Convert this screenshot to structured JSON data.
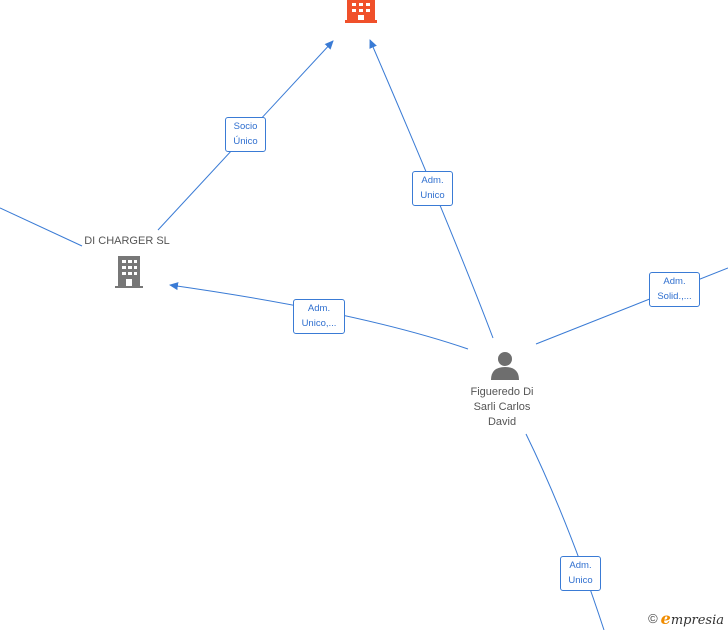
{
  "colors": {
    "edge": "#3a7bd5",
    "company_icon": "#777777",
    "highlight_company_icon": "#f0502a",
    "person_icon": "#6e6e6e"
  },
  "nodes": {
    "target_company": {
      "label": "",
      "icon": "building-icon"
    },
    "di_charger": {
      "label": "DI CHARGER  SL",
      "icon": "building-icon"
    },
    "person": {
      "label": "Figueredo Di\nSarli Carlos\nDavid",
      "icon": "person-icon"
    }
  },
  "edges": {
    "socio_unico": {
      "label": "Socio\nÚnico"
    },
    "adm_unico_top": {
      "label": "Adm.\nUnico"
    },
    "adm_unico_left": {
      "label": "Adm.\nUnico,..."
    },
    "adm_solid": {
      "label": "Adm.\nSolid.,..."
    },
    "adm_unico_bottom": {
      "label": "Adm.\nUnico"
    }
  },
  "watermark": {
    "copyright": "©",
    "brand_first": "e",
    "brand_rest": "mpresia"
  }
}
